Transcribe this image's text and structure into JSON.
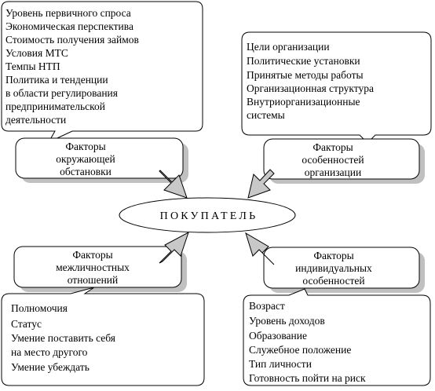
{
  "center": {
    "label": "ПОКУПАТЕЛЬ"
  },
  "labels": {
    "environment": [
      "Факторы",
      "окружающей",
      "обстановки"
    ],
    "organization": [
      "Факторы",
      "особенностей",
      "организации"
    ],
    "interpersonal": [
      "Факторы",
      "межличностных",
      "отношений"
    ],
    "individual": [
      "Факторы",
      "индивидуальных",
      "особенностей"
    ]
  },
  "lists": {
    "environment": [
      "Уровень первичного спроса",
      "Экономическая перспектива",
      "Стоимость получения займов",
      "Условия МТС",
      "Темпы НТП",
      "Политика и тенденции",
      "в области регулирования",
      "предпринимательской",
      "деятельности"
    ],
    "organization": [
      "Цели организации",
      "Политические установки",
      "Принятые методы работы",
      "Организационная структура",
      "Внутриорганизационные",
      "системы"
    ],
    "interpersonal": [
      "Полномочия",
      "Статус",
      "Умение поставить себя",
      "на место другого",
      "Умение убеждать"
    ],
    "individual": [
      "Возраст",
      "Уровень доходов",
      "Образование",
      "Служебное положение",
      "Тип личности",
      "Готовность пойти на риск"
    ]
  },
  "colors": {
    "line": "#000000",
    "shadow": "#c0c0c0",
    "arrow_fill": "#c8c8c8",
    "background": "#ffffff"
  }
}
